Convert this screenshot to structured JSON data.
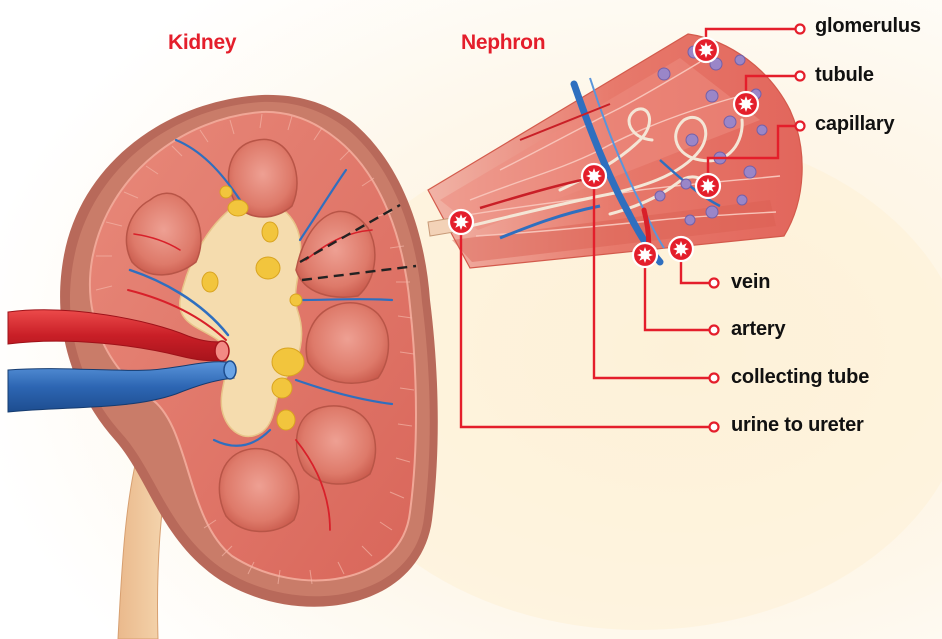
{
  "titles": {
    "kidney": "Kidney",
    "nephron": "Nephron"
  },
  "labels": {
    "glomerulus": "glomerulus",
    "tubule": "tubule",
    "capillary": "capillary",
    "vein": "vein",
    "artery": "artery",
    "collecting_tube": "collecting tube",
    "urine_to_ureter": "urine to ureter"
  },
  "colors": {
    "title": "#e41e2b",
    "leader_line": "#e41e2b",
    "label_text": "#111111",
    "kidney_flesh": "#e26a5c",
    "vein_blue": "#2f6fbf",
    "artery_red": "#d8202a",
    "pelvis_cream": "#f4d9a4",
    "fat_yellow": "#f2c53d",
    "glomerulus_purple": "#9a86c8"
  },
  "icons": {
    "marker": "starburst-marker-icon",
    "endpoint": "ring-endpoint-icon"
  }
}
